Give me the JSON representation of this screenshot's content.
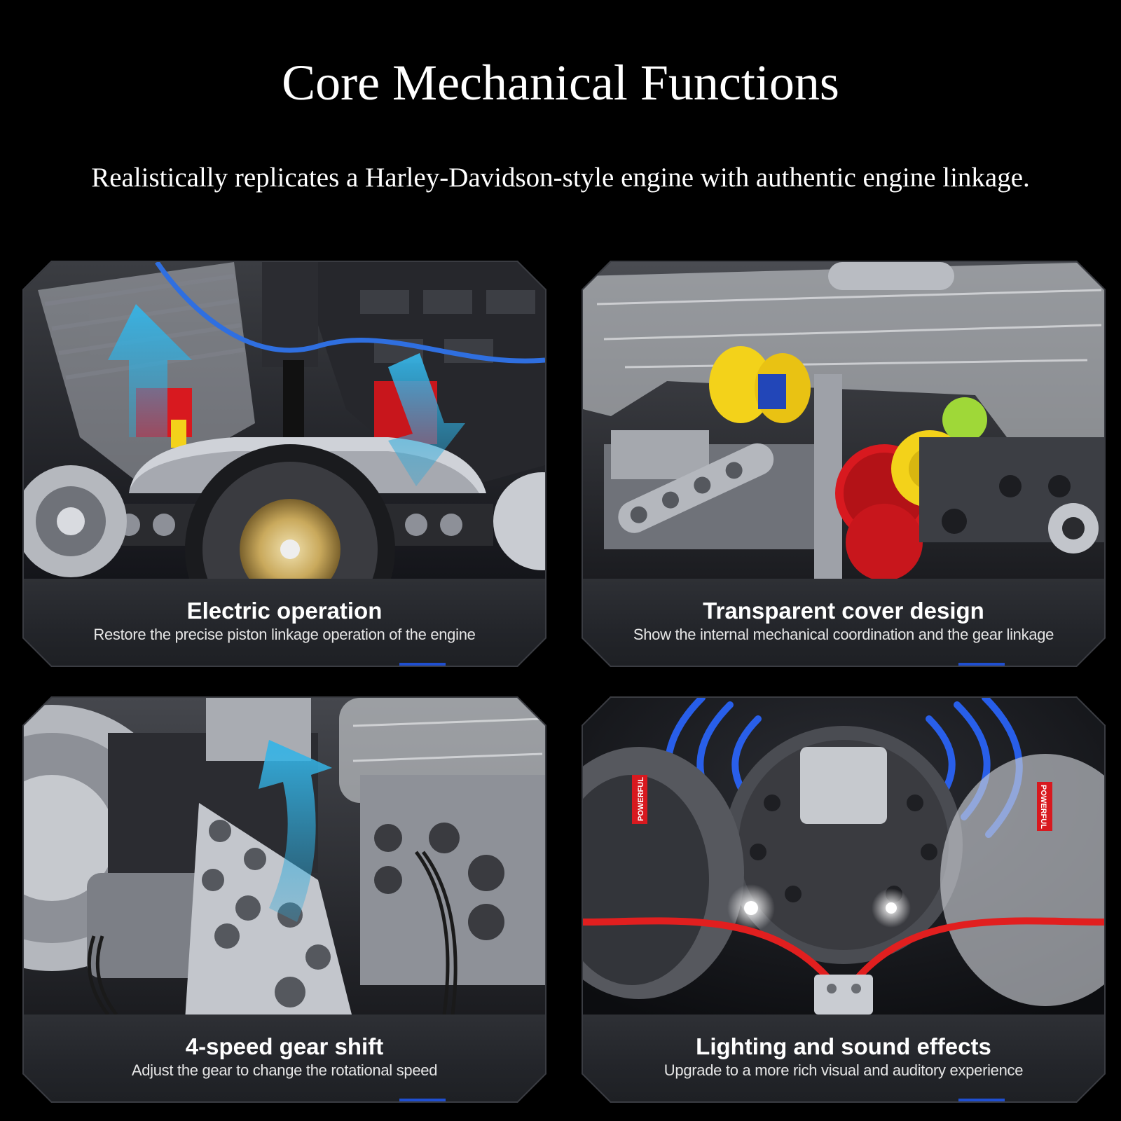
{
  "header": {
    "title": "Core Mechanical Functions",
    "subtitle": "Realistically replicates a Harley-Davidson-style engine with authentic engine linkage."
  },
  "cards": [
    {
      "title": "Electric operation",
      "description": "Restore the precise piston linkage operation of the engine"
    },
    {
      "title": "Transparent cover design",
      "description": "Show the internal mechanical coordination and the gear linkage"
    },
    {
      "title": "4-speed gear shift",
      "description": "Adjust the gear to change the rotational speed"
    },
    {
      "title": "Lighting and sound effects",
      "description": "Upgrade to a more rich visual and auditory experience"
    }
  ],
  "badges": {
    "powerful": "POWERFUL"
  },
  "colors": {
    "background": "#000000",
    "accent_blue": "#1f4fd1",
    "arrow_cyan": "#2aa7d8",
    "wire_red": "#e11f1f",
    "gear_yellow": "#f3d21a",
    "gear_red": "#d8191f"
  }
}
